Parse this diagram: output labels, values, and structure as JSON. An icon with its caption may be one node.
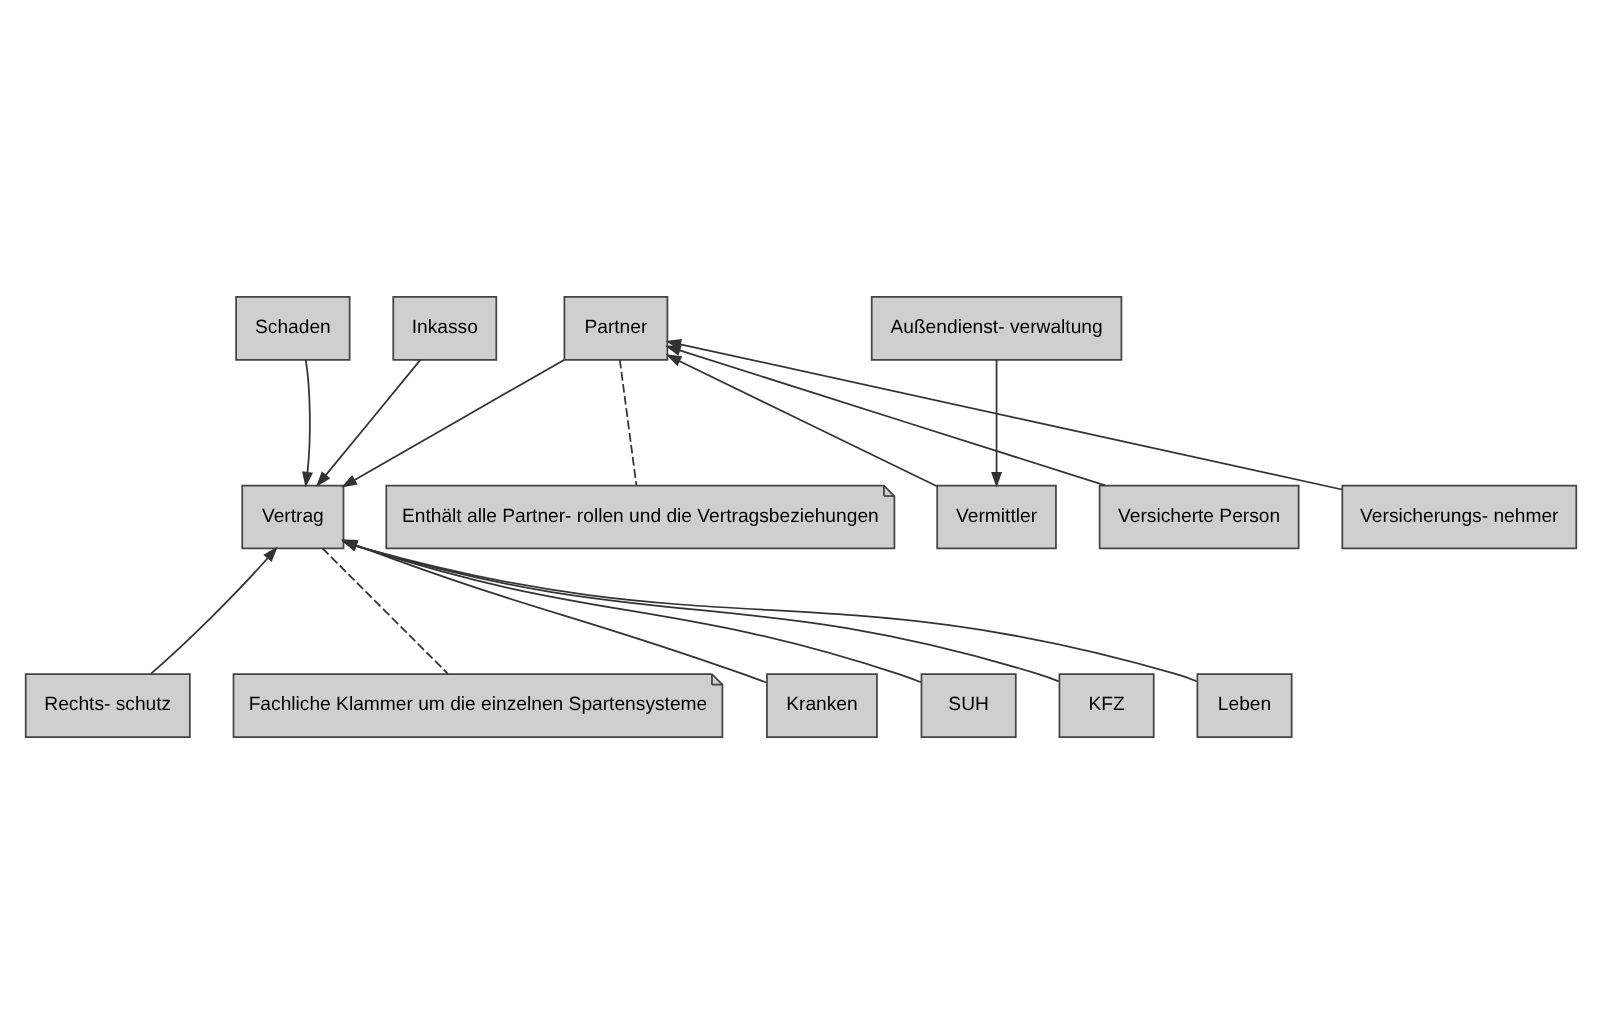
{
  "diagram": {
    "nodes": [
      {
        "text": [
          "Schaden"
        ]
      },
      {
        "text": [
          "Inkasso"
        ]
      },
      {
        "text": [
          "Außendienst- verwaltung"
        ]
      },
      {
        "text": [
          "Partner"
        ]
      },
      {
        "text": [
          "Vertrag"
        ]
      },
      {
        "text": [
          "Vermittler"
        ]
      },
      {
        "text": [
          "Versicherte Person"
        ]
      },
      {
        "text": [
          "Versicherungs- nehmer"
        ]
      },
      {
        "text": [
          "Enthält alle Partner- rollen und die Vertragsbeziehungen"
        ]
      },
      {
        "text": [
          "Rechts- schutz"
        ]
      },
      {
        "text": [
          "Kranken"
        ]
      },
      {
        "text": [
          "SUH"
        ]
      },
      {
        "text": [
          "KFZ"
        ]
      },
      {
        "text": [
          "Leben"
        ]
      },
      {
        "text": [
          "Fachliche Klammer um die einzelnen Spartensysteme"
        ]
      }
    ],
    "edges": [
      {
        "from": 0,
        "to": 4,
        "arrow": "to"
      },
      {
        "from": 1,
        "to": 4,
        "arrow": "to"
      },
      {
        "from": 2,
        "to": 5,
        "arrow": "to"
      },
      {
        "from": 3,
        "to": 4,
        "arrow": "to"
      },
      {
        "from": 5,
        "to": 3,
        "arrow": "to"
      },
      {
        "from": 6,
        "to": 3,
        "arrow": "to"
      },
      {
        "from": 7,
        "to": 3,
        "arrow": "to"
      },
      {
        "from": 3,
        "to": 8,
        "arrow": "none",
        "style": "dashed"
      },
      {
        "from": 9,
        "to": 4,
        "arrow": "to"
      },
      {
        "from": 10,
        "to": 4,
        "arrow": "to"
      },
      {
        "from": 11,
        "to": 4,
        "arrow": "to"
      },
      {
        "from": 12,
        "to": 4,
        "arrow": "to"
      },
      {
        "from": 13,
        "to": 4,
        "arrow": "to"
      },
      {
        "from": 4,
        "to": 14,
        "arrow": "none",
        "style": "dashed"
      }
    ]
  }
}
